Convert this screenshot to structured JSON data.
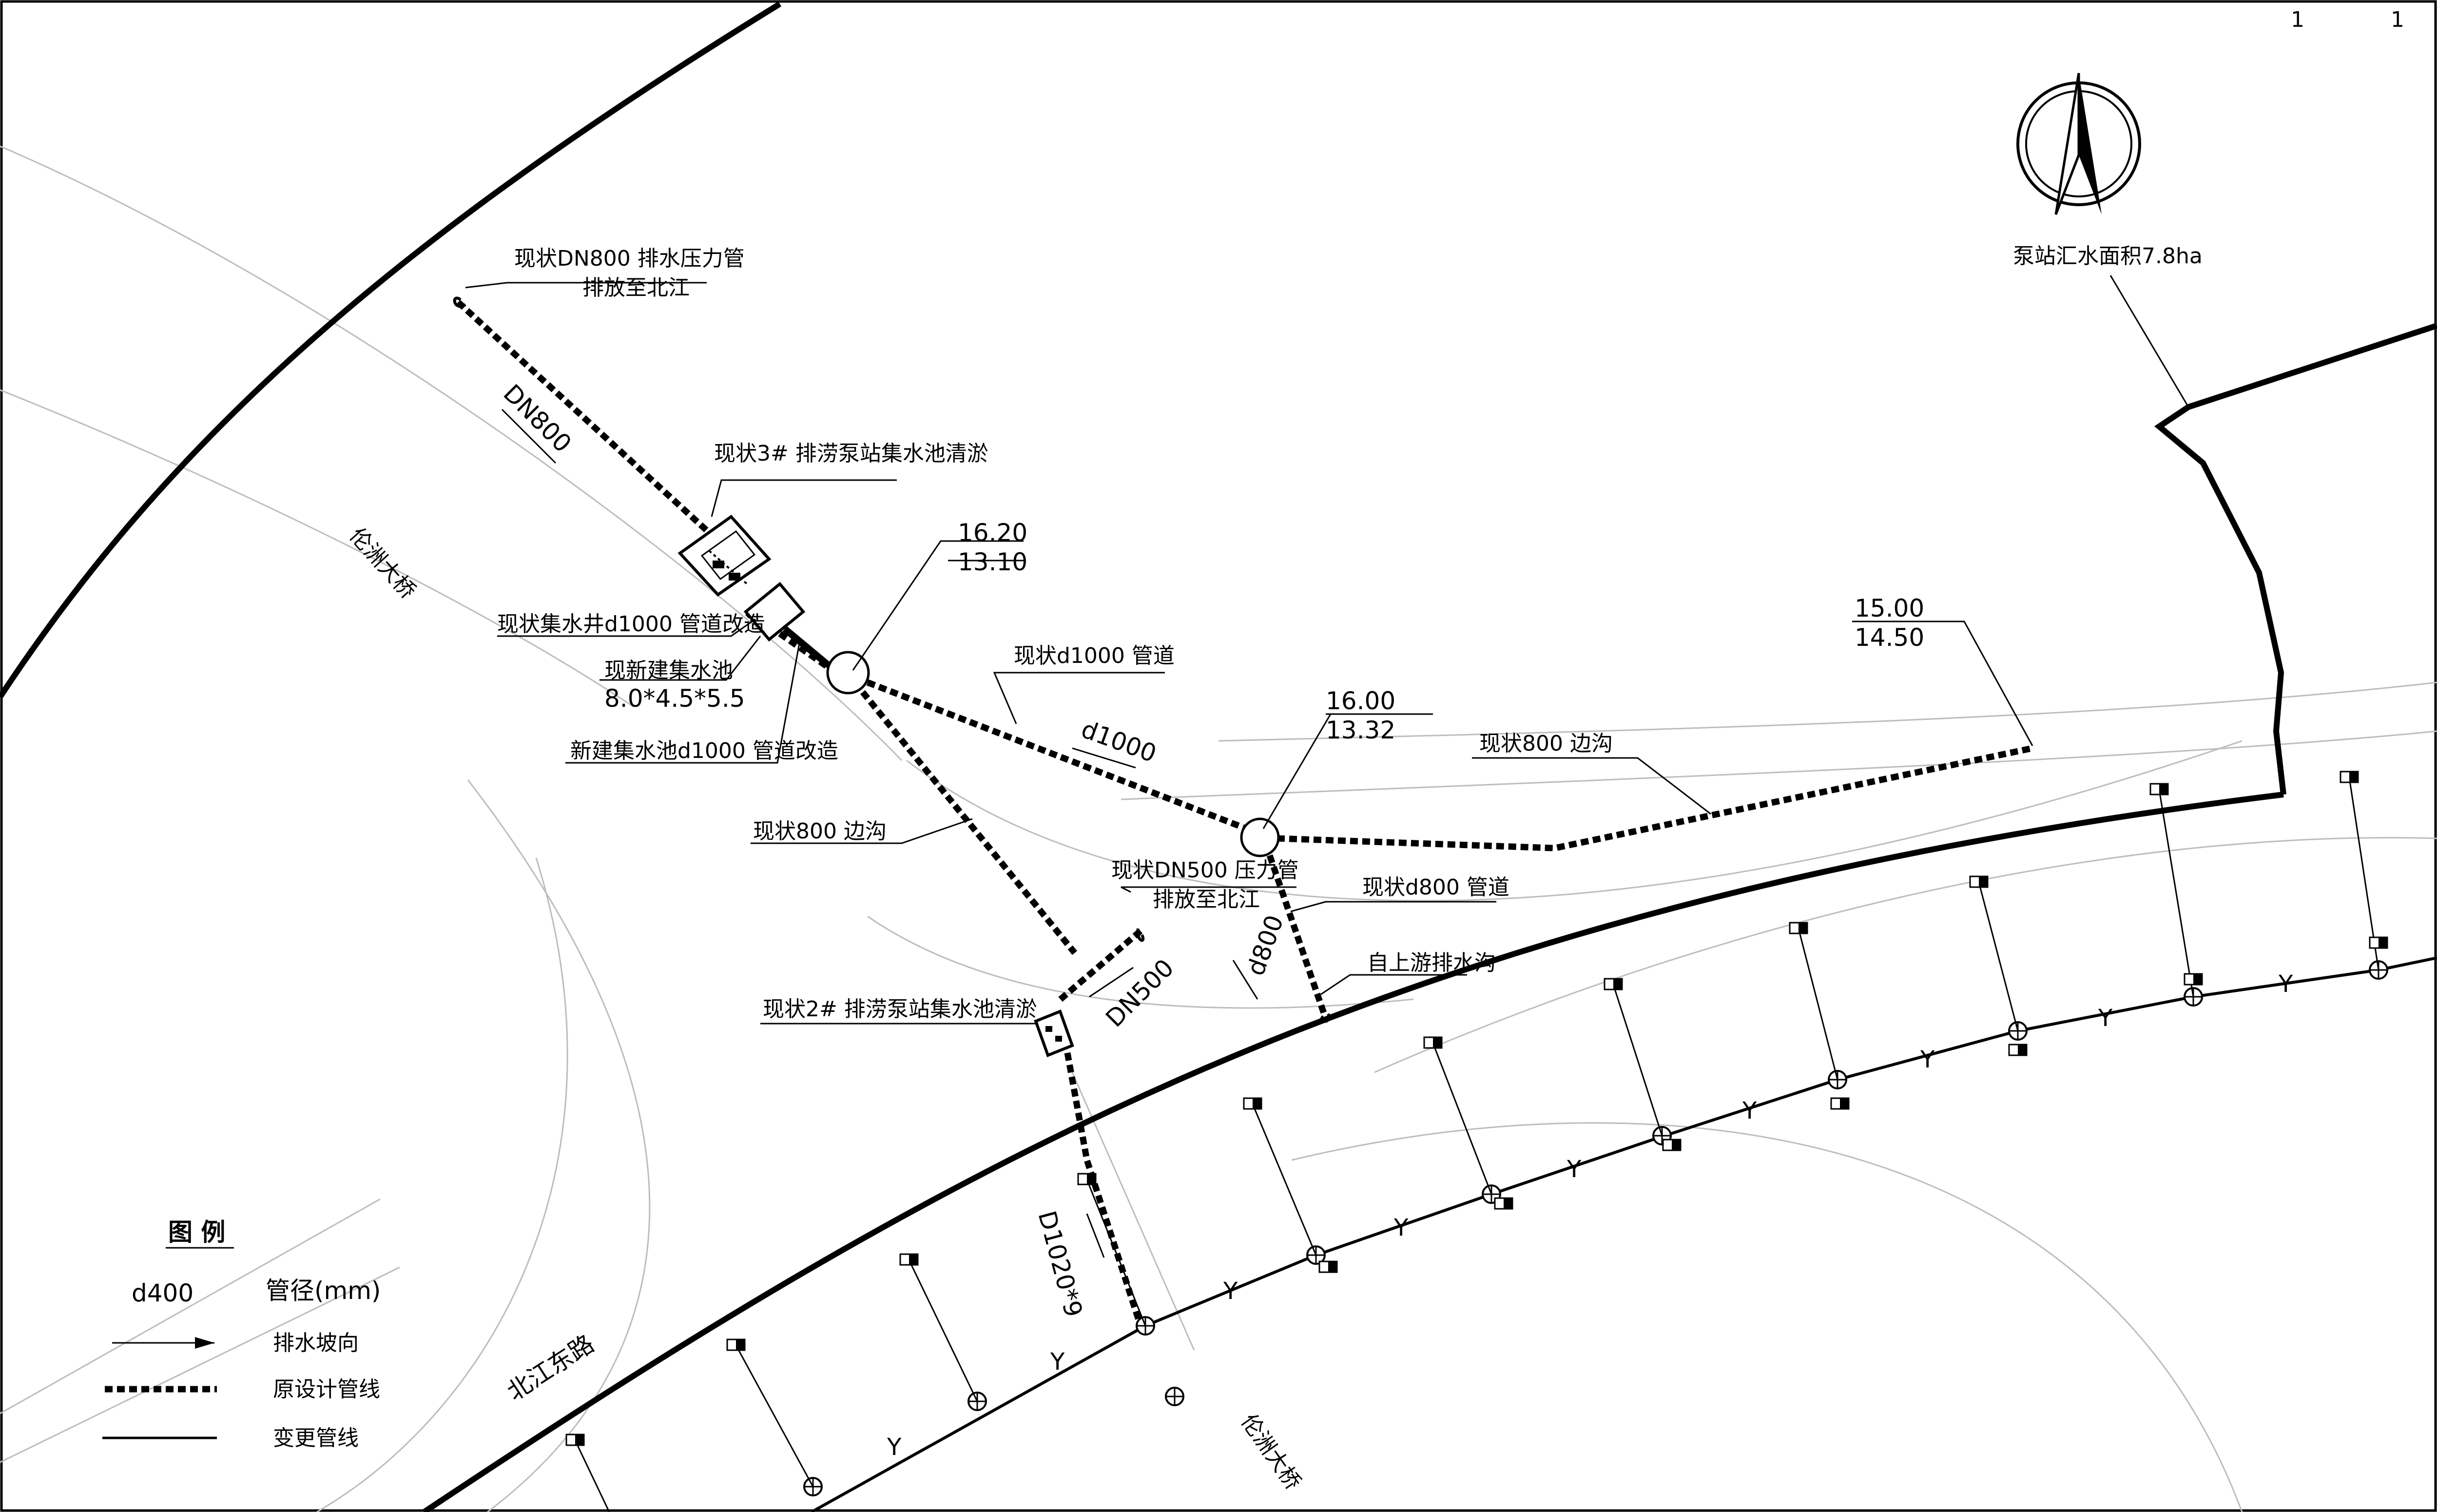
{
  "sheet": {
    "page_numbers": [
      "1",
      "1"
    ]
  },
  "north": {
    "label": "泵站汇水面积7.8ha"
  },
  "roads": {
    "beijiang_east": "北江东路",
    "lunzhou_bridge_a": "伦洲大桥",
    "lunzhou_bridge_b": "伦洲大桥"
  },
  "labels": {
    "dn800_pressure_l1": "现状DN800  排水压力管",
    "dn800_pressure_l2": "排放至北江",
    "dn800": "DN800",
    "station3": "现状3# 排涝泵站集水池清淤",
    "well_d1000": "现状集水井d1000 管道改造",
    "new_tank_l1": "现新建集水池",
    "new_tank_l2": "8.0*4.5*5.5",
    "new_tank_d1000": "新建集水池d1000 管道改造",
    "ditch800_a": "现状800 边沟",
    "pipe_d1000": "现状d1000 管道",
    "d1000": "d1000",
    "dn500_pressure_l1": "现状DN500  压力管",
    "dn500_pressure_l2": "排放至北江",
    "dn500": "DN500",
    "d800": "d800",
    "pipe_d800": "现状d800 管道",
    "upstream_ditch": "自上游排水沟",
    "ditch800_b": "现状800 边沟",
    "station2": "现状2# 排涝泵站集水池清淤",
    "d1020": "D1020*9"
  },
  "elevations": {
    "node1_top": "16.20",
    "node1_bottom": "13.10",
    "node2_top": "16.00",
    "node2_bottom": "13.32",
    "end_top": "15.00",
    "end_bottom": "14.50"
  },
  "legend": {
    "title": "图  例",
    "size_sample": "d400",
    "size_label": "管径(mm)",
    "slope_label": "排水坡向",
    "original_label": "原设计管线",
    "changed_label": "变更管线"
  },
  "sewer": {
    "marker": "Y"
  }
}
